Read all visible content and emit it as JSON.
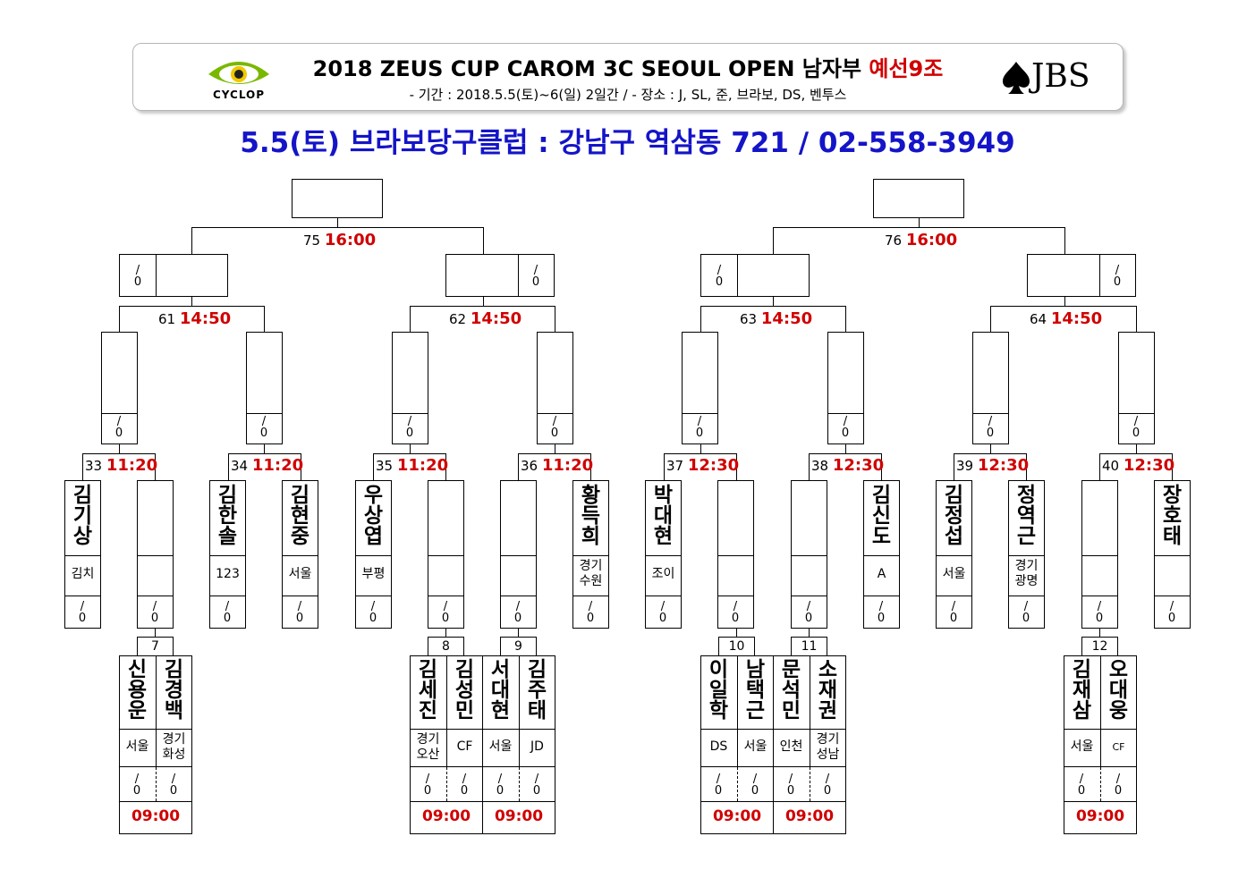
{
  "header": {
    "title_main": "2018 ZEUS CUP CAROM 3C SEOUL OPEN 남자부",
    "title_group": "예선9조",
    "subtitle": "- 기간 : 2018.5.5(토)~6(일) 2일간 / - 장소 : J, SL, 준, 브라보, DS, 벤투스",
    "cyclop_logo": "CYCLOP",
    "jbs_logo": "JBS",
    "jbs_icon": "spade-icon"
  },
  "venue": "5.5(토) 브라보당구클럽 : 강남구 역삼동 721 / 02-558-3949",
  "colors": {
    "venue": "#1414c8",
    "time": "#d00000",
    "logo_green": "#7ab800",
    "logo_yellow": "#f0c800"
  },
  "score_placeholder": "/\n0",
  "matches": {
    "m75": {
      "num": "75",
      "time": "16:00"
    },
    "m76": {
      "num": "76",
      "time": "16:00"
    },
    "m61": {
      "num": "61",
      "time": "14:50"
    },
    "m62": {
      "num": "62",
      "time": "14:50"
    },
    "m63": {
      "num": "63",
      "time": "14:50"
    },
    "m64": {
      "num": "64",
      "time": "14:50"
    },
    "m33": {
      "num": "33",
      "time": "11:20"
    },
    "m34": {
      "num": "34",
      "time": "11:20"
    },
    "m35": {
      "num": "35",
      "time": "11:20"
    },
    "m36": {
      "num": "36",
      "time": "11:20"
    },
    "m37": {
      "num": "37",
      "time": "12:30"
    },
    "m38": {
      "num": "38",
      "time": "12:30"
    },
    "m39": {
      "num": "39",
      "time": "12:30"
    },
    "m40": {
      "num": "40",
      "time": "12:30"
    }
  },
  "r32_players": [
    {
      "name": "김기상",
      "club": "김치"
    },
    {
      "name": "",
      "club": ""
    },
    {
      "name": "김한솔",
      "club": "123"
    },
    {
      "name": "김현중",
      "club": "서울"
    },
    {
      "name": "우상엽",
      "club": "부평"
    },
    {
      "name": "",
      "club": ""
    },
    {
      "name": "",
      "club": ""
    },
    {
      "name": "황득희",
      "club": "경기\n수원"
    },
    {
      "name": "박대현",
      "club": "조이"
    },
    {
      "name": "",
      "club": ""
    },
    {
      "name": "",
      "club": ""
    },
    {
      "name": "김신도",
      "club": "A"
    },
    {
      "name": "김정섭",
      "club": "서울"
    },
    {
      "name": "정역근",
      "club": "경기\n광명"
    },
    {
      "name": "",
      "club": ""
    },
    {
      "name": "장호태",
      "club": ""
    }
  ],
  "r64_matches": [
    {
      "num": "7",
      "time": "09:00",
      "p1": {
        "name": "신용운",
        "club": "서울"
      },
      "p2": {
        "name": "김경백",
        "club": "경기\n화성"
      }
    },
    {
      "num": "8",
      "time": "09:00",
      "p1": {
        "name": "김세진",
        "club": "경기\n오산"
      },
      "p2": {
        "name": "김성민",
        "club": "CF"
      }
    },
    {
      "num": "9",
      "time": "09:00",
      "p1": {
        "name": "서대현",
        "club": "서울"
      },
      "p2": {
        "name": "김주태",
        "club": "JD"
      }
    },
    {
      "num": "10",
      "time": "09:00",
      "p1": {
        "name": "이일학",
        "club": "DS"
      },
      "p2": {
        "name": "남택근",
        "club": "서울"
      }
    },
    {
      "num": "11",
      "time": "09:00",
      "p1": {
        "name": "문석민",
        "club": "인천"
      },
      "p2": {
        "name": "소재권",
        "club": "경기\n성남"
      }
    },
    {
      "num": "12",
      "time": "09:00",
      "p1": {
        "name": "김재삼",
        "club": "서울"
      },
      "p2": {
        "name": "오대웅",
        "club": "CF"
      }
    }
  ]
}
